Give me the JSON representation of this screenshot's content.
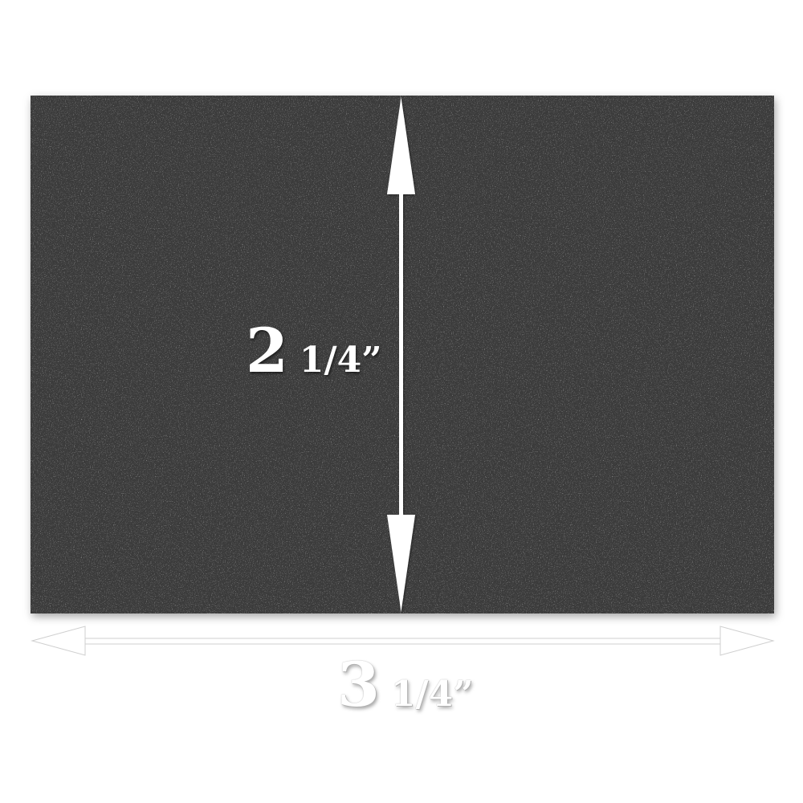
{
  "card": {
    "fill_color": "#3b3b3b",
    "speckle_color": "#7a7a7a"
  },
  "dimensions": {
    "height": {
      "whole": "2",
      "fraction": "1/4”"
    },
    "width": {
      "whole": "3",
      "fraction": "1/4”"
    }
  },
  "arrow_color": "#ffffff"
}
